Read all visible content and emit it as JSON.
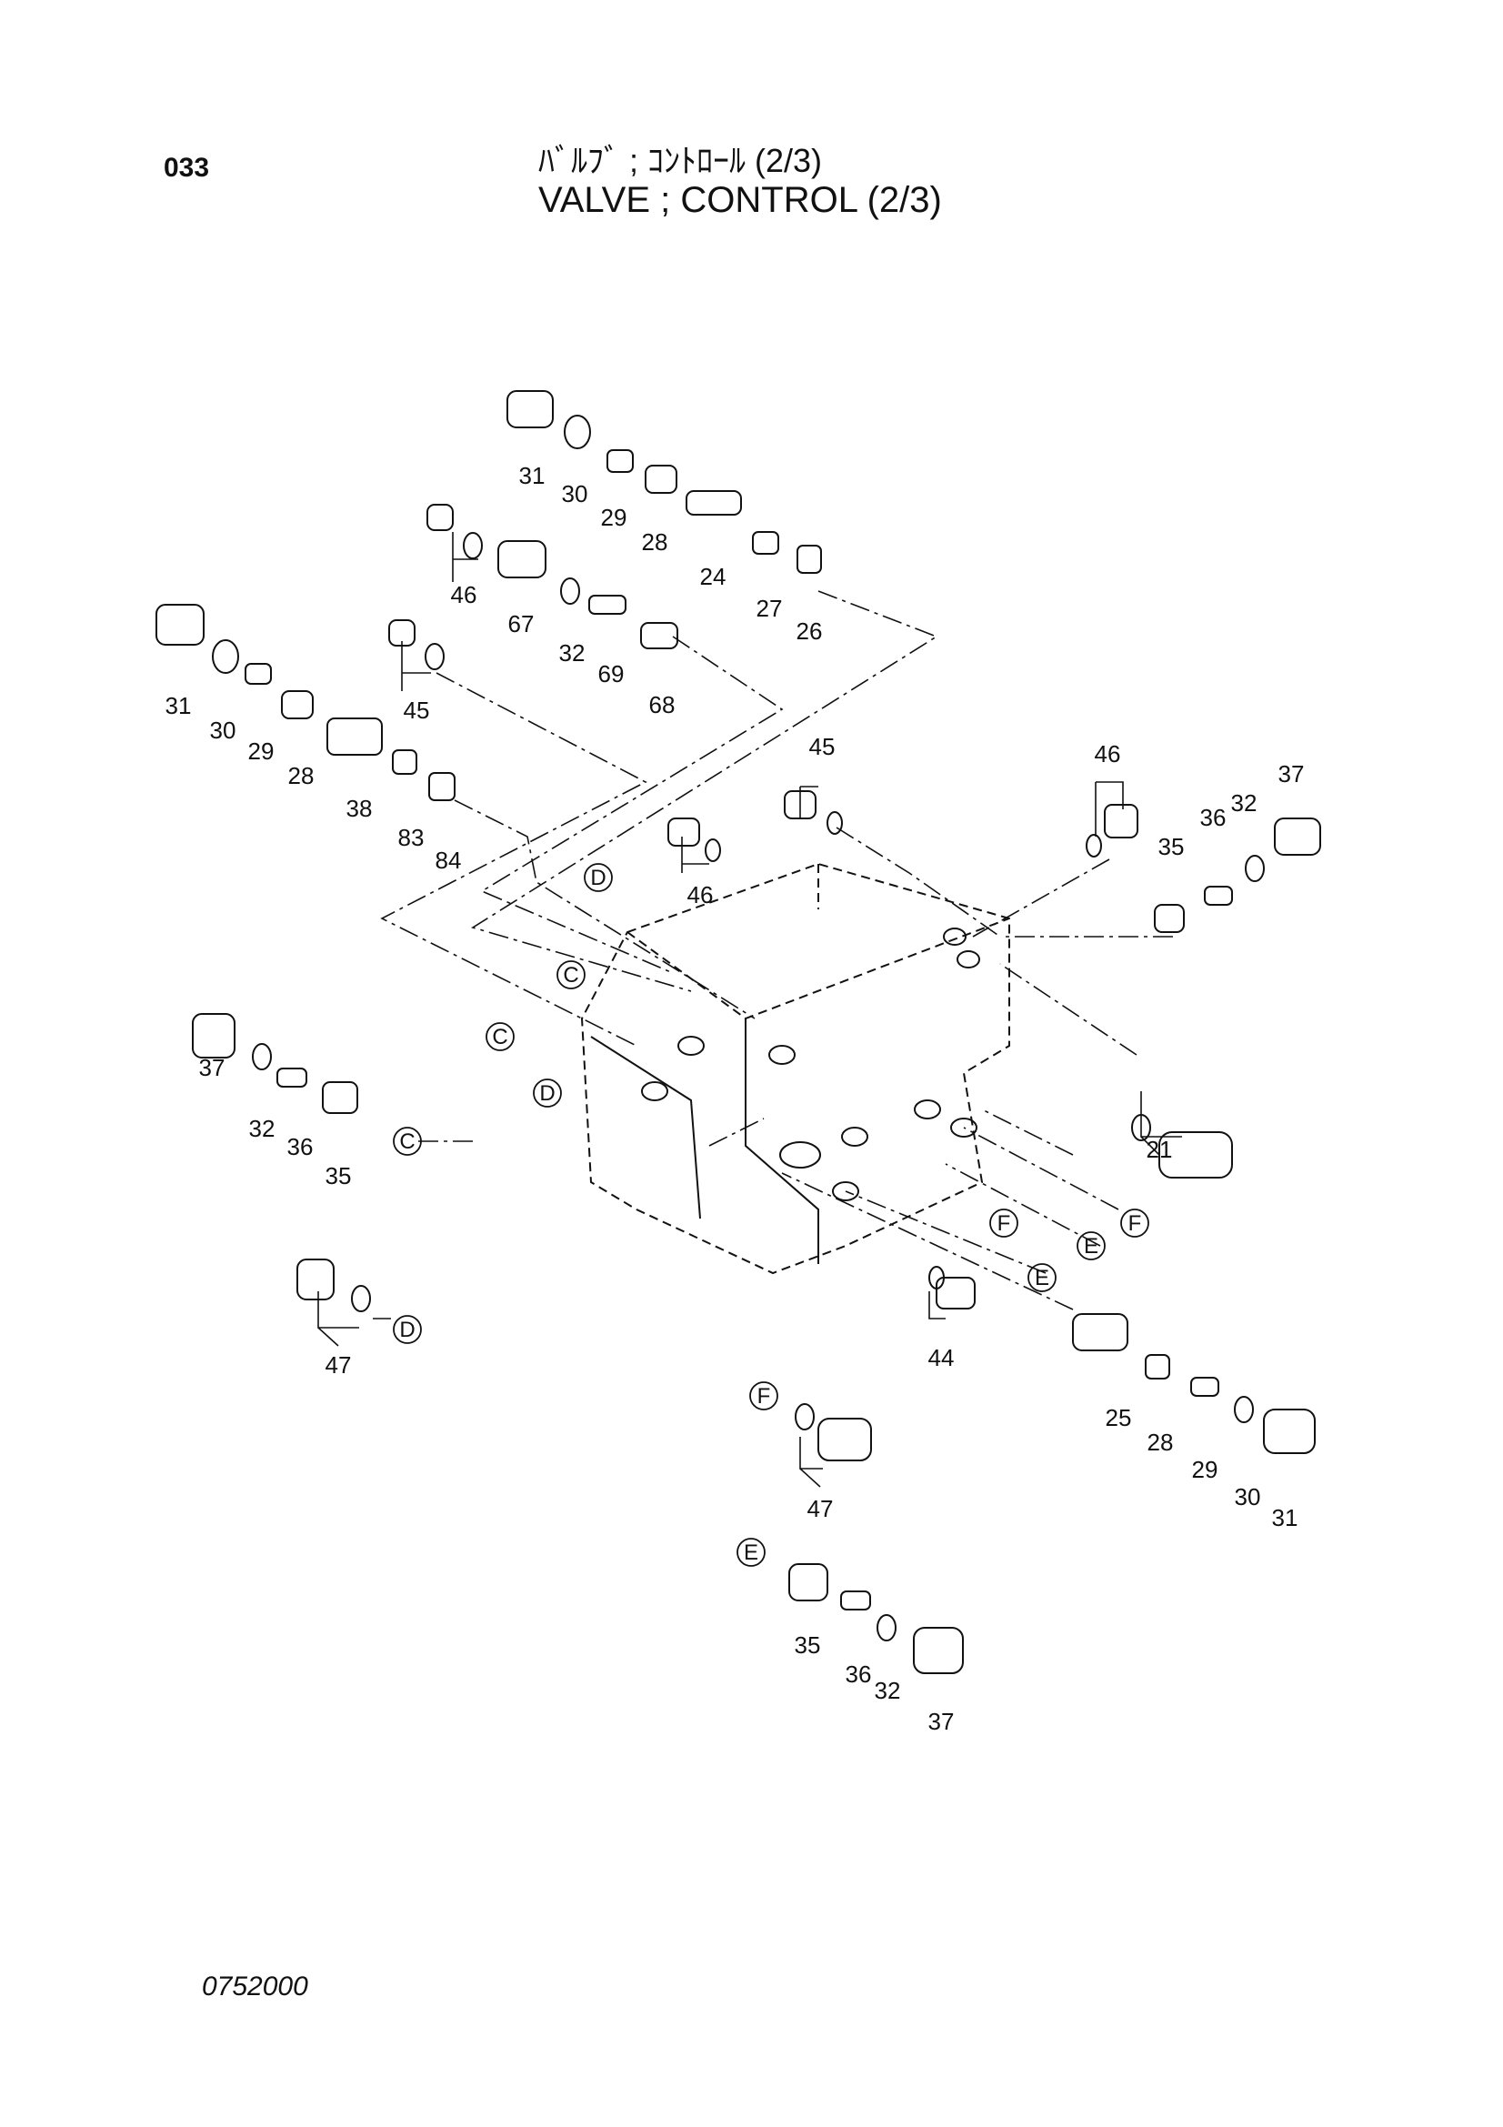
{
  "header": {
    "page_code": "033",
    "title_jp": "ﾊﾞﾙﾌﾞ ; ｺﾝﾄﾛｰﾙ (2/3)",
    "title_en": "VALVE ; CONTROL (2/3)"
  },
  "footer": {
    "doc_code": "0752000"
  },
  "part_labels": [
    "31",
    "30",
    "29",
    "28",
    "24",
    "27",
    "26",
    "46",
    "67",
    "32",
    "69",
    "68",
    "31",
    "30",
    "29",
    "28",
    "38",
    "83",
    "84",
    "45",
    "45",
    "46",
    "46",
    "37",
    "36",
    "32",
    "35",
    "21",
    "37",
    "32",
    "36",
    "35",
    "47",
    "44",
    "25",
    "28",
    "29",
    "30",
    "31",
    "47",
    "35",
    "36",
    "32",
    "37"
  ],
  "ref_markers": [
    "D",
    "C",
    "C",
    "D",
    "C",
    "D",
    "F",
    "F",
    "E",
    "E",
    "F",
    "E"
  ]
}
